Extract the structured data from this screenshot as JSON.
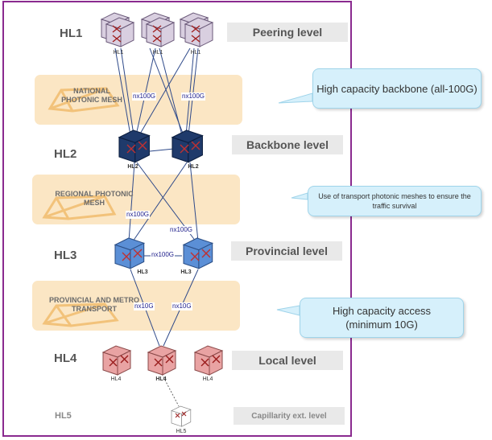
{
  "levels": [
    {
      "id": "HL1",
      "name": "Peering level"
    },
    {
      "id": "HL2",
      "name": "Backbone level"
    },
    {
      "id": "HL3",
      "name": "Provincial level"
    },
    {
      "id": "HL4",
      "name": "Local level"
    },
    {
      "id": "HL5",
      "name": "Capillarity ext. level"
    }
  ],
  "bands": [
    {
      "label": "NATIONAL PHOTONIC MESH"
    },
    {
      "label": "REGIONAL PHOTONIC MESH"
    },
    {
      "label": "PROVINCIAL AND METRO TRANSPORT"
    }
  ],
  "callouts": [
    {
      "text": "High capacity backbone (all-100G)"
    },
    {
      "text": "Use of transport photonic meshes to ensure the traffic survival"
    },
    {
      "text": "High capacity access (minimum 10G)"
    }
  ],
  "node_labels": {
    "hl1": "HL1",
    "hl2": "HL2",
    "hl3": "HL3",
    "hl4": "HL4",
    "hl5": "HL5"
  },
  "link_labels": {
    "nx100g": "nx100G",
    "nx10g": "nx10G"
  },
  "colors": {
    "frame": "#8a2a8f",
    "band": "#fbe6c4",
    "callout": "#d6f0fb",
    "hl1_node": "#d9cfe0",
    "hl2_node": "#1f3a6b",
    "hl3_node": "#5b8fd6",
    "hl4_node": "#e9a3a3",
    "link": "#2f4a8a"
  }
}
